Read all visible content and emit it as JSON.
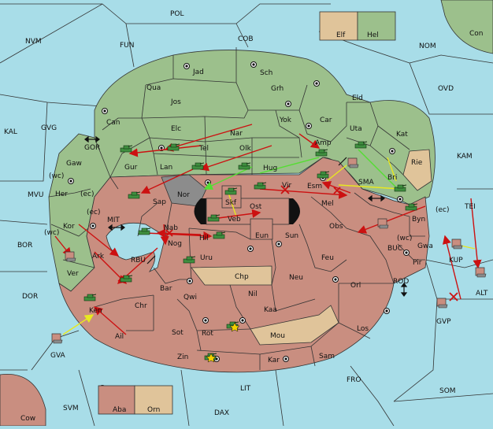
{
  "colors": {
    "sea": "#a8dde8",
    "power_green": "#9cc08c",
    "power_red": "#c98e80",
    "neutral_tan": "#e0c49a",
    "impassable": "#111111",
    "occupied_grey": "#8c8c8c",
    "move_red": "#cc1111",
    "support_yellow": "#f2f232",
    "convoy_green": "#55dd33"
  },
  "legend_top": {
    "left_label": "Elf",
    "right_label": "Hel"
  },
  "legend_bottom": {
    "left_label": "Aba",
    "right_label": "Orn"
  },
  "sea_labels": [
    {
      "id": "pol",
      "text": "POL"
    },
    {
      "id": "nvm",
      "text": "NVM"
    },
    {
      "id": "fun",
      "text": "FUN"
    },
    {
      "id": "cob",
      "text": "COB"
    },
    {
      "id": "nom",
      "text": "NOM"
    },
    {
      "id": "con",
      "text": "Con"
    },
    {
      "id": "ovd",
      "text": "OVD"
    },
    {
      "id": "kal",
      "text": "KAL"
    },
    {
      "id": "gvg",
      "text": "GVG"
    },
    {
      "id": "kam",
      "text": "KAM"
    },
    {
      "id": "gor",
      "text": "GOR"
    },
    {
      "id": "mvu",
      "text": "MVU"
    },
    {
      "id": "mit",
      "text": "MIT"
    },
    {
      "id": "sma",
      "text": "SMA"
    },
    {
      "id": "bor",
      "text": "BOR"
    },
    {
      "id": "tei",
      "text": "TEI"
    },
    {
      "id": "rbu",
      "text": "RBU"
    },
    {
      "id": "buc",
      "text": "BUC"
    },
    {
      "id": "kup",
      "text": "KUP"
    },
    {
      "id": "dor",
      "text": "DOR"
    },
    {
      "id": "rod",
      "text": "ROD"
    },
    {
      "id": "alt",
      "text": "ALT"
    },
    {
      "id": "gvp",
      "text": "GVP"
    },
    {
      "id": "gva",
      "text": "GVA"
    },
    {
      "id": "fro",
      "text": "FRO"
    },
    {
      "id": "som",
      "text": "SOM"
    },
    {
      "id": "lit",
      "text": "LIT"
    },
    {
      "id": "svm",
      "text": "SVM"
    },
    {
      "id": "dax",
      "text": "DAX"
    },
    {
      "id": "cow",
      "text": "Cow"
    }
  ],
  "land_labels": [
    {
      "id": "jad",
      "text": "Jad"
    },
    {
      "id": "sch",
      "text": "Sch"
    },
    {
      "id": "qua",
      "text": "Qua"
    },
    {
      "id": "jos",
      "text": "Jos"
    },
    {
      "id": "grh",
      "text": "Grh"
    },
    {
      "id": "amp",
      "text": "Amp"
    },
    {
      "id": "eld",
      "text": "Eld"
    },
    {
      "id": "can",
      "text": "Can"
    },
    {
      "id": "elc",
      "text": "Elc"
    },
    {
      "id": "nar",
      "text": "Nar"
    },
    {
      "id": "yok",
      "text": "Yok"
    },
    {
      "id": "car",
      "text": "Car"
    },
    {
      "id": "uta",
      "text": "Uta"
    },
    {
      "id": "kat",
      "text": "Kat"
    },
    {
      "id": "gur",
      "text": "Gur"
    },
    {
      "id": "tel",
      "text": "Tel"
    },
    {
      "id": "olk",
      "text": "Olk"
    },
    {
      "id": "hug",
      "text": "Hug"
    },
    {
      "id": "gaw",
      "text": "Gaw"
    },
    {
      "id": "lan",
      "text": "Lan"
    },
    {
      "id": "rie",
      "text": "Rie"
    },
    {
      "id": "bri",
      "text": "Bri"
    },
    {
      "id": "esm",
      "text": "Esm"
    },
    {
      "id": "wc1",
      "text": "(wc)"
    },
    {
      "id": "her",
      "text": "Her"
    },
    {
      "id": "ec1",
      "text": "(ec)"
    },
    {
      "id": "nor",
      "text": "Nor"
    },
    {
      "id": "vir",
      "text": "Vir"
    },
    {
      "id": "sap",
      "text": "Sap"
    },
    {
      "id": "skf",
      "text": "Skf"
    },
    {
      "id": "ost",
      "text": "Ost"
    },
    {
      "id": "mel",
      "text": "Mel"
    },
    {
      "id": "ec2",
      "text": "(ec)"
    },
    {
      "id": "byn",
      "text": "Byn"
    },
    {
      "id": "ec3",
      "text": "(ec)"
    },
    {
      "id": "veb",
      "text": "Veb"
    },
    {
      "id": "kor",
      "text": "Kor"
    },
    {
      "id": "wc2",
      "text": "(wc)"
    },
    {
      "id": "nab",
      "text": "Nab"
    },
    {
      "id": "eun",
      "text": "Eun"
    },
    {
      "id": "sun",
      "text": "Sun"
    },
    {
      "id": "obs",
      "text": "Obs"
    },
    {
      "id": "hil",
      "text": "Hil"
    },
    {
      "id": "wc3",
      "text": "(wc)"
    },
    {
      "id": "gwa",
      "text": "Gwa"
    },
    {
      "id": "ark",
      "text": "Ark"
    },
    {
      "id": "nog",
      "text": "Nog"
    },
    {
      "id": "uru",
      "text": "Uru"
    },
    {
      "id": "feu",
      "text": "Feu"
    },
    {
      "id": "pir",
      "text": "Pir"
    },
    {
      "id": "ver",
      "text": "Ver"
    },
    {
      "id": "chp",
      "text": "Chp"
    },
    {
      "id": "neu",
      "text": "Neu"
    },
    {
      "id": "bar",
      "text": "Bar"
    },
    {
      "id": "qwi",
      "text": "Qwi"
    },
    {
      "id": "orl",
      "text": "Orl"
    },
    {
      "id": "chr",
      "text": "Chr"
    },
    {
      "id": "nil",
      "text": "Nil"
    },
    {
      "id": "ken",
      "text": "Ken"
    },
    {
      "id": "kaa",
      "text": "Kaa"
    },
    {
      "id": "los",
      "text": "Los"
    },
    {
      "id": "ail",
      "text": "Ail"
    },
    {
      "id": "sot",
      "text": "Sot"
    },
    {
      "id": "rot",
      "text": "Rot"
    },
    {
      "id": "mou",
      "text": "Mou"
    },
    {
      "id": "sam",
      "text": "Sam"
    },
    {
      "id": "zin",
      "text": "Zin"
    },
    {
      "id": "kar",
      "text": "Kar"
    }
  ]
}
